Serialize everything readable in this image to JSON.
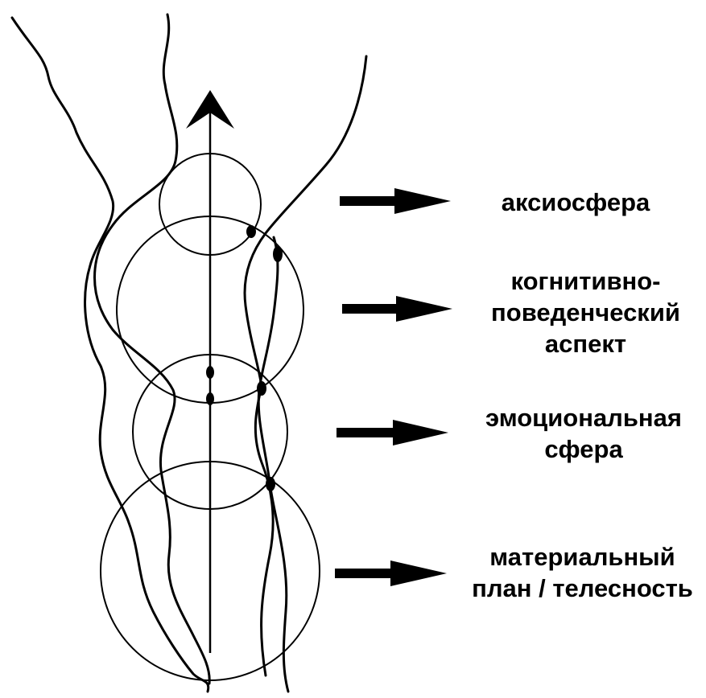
{
  "labels": {
    "axiosphere": "аксиосфера",
    "cognitive": [
      "когнитивно-",
      "поведенческий",
      "аспект"
    ],
    "emotional": [
      "эмоциональная",
      "сфера"
    ],
    "material": [
      "материальный",
      "план / телесность"
    ]
  },
  "colors": {
    "line": "#000000",
    "background": "#ffffff",
    "text": "#000000"
  }
}
